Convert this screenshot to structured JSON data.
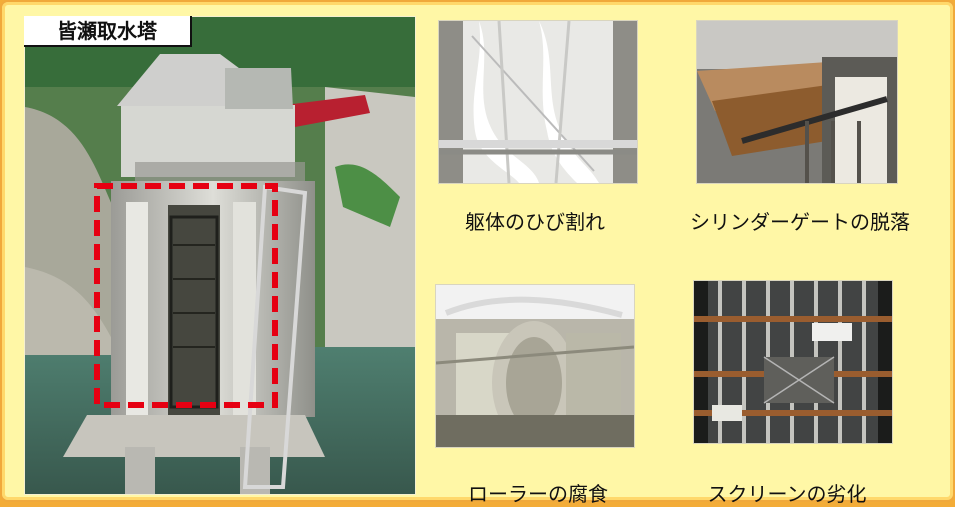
{
  "title": "皆瀬取水塔",
  "photos": [
    {
      "caption": "躯体のひび割れ",
      "icon": "crack-photo-icon"
    },
    {
      "caption": "シリンダーゲートの脱落",
      "icon": "gate-photo-icon"
    },
    {
      "caption": "ローラーの腐食",
      "icon": "roller-photo-icon"
    },
    {
      "caption": "スクリーンの劣化",
      "icon": "screen-photo-icon"
    }
  ],
  "colors": {
    "background": "#fff7a6",
    "border": "#f0a93c",
    "highlight_box": "#e60012"
  }
}
